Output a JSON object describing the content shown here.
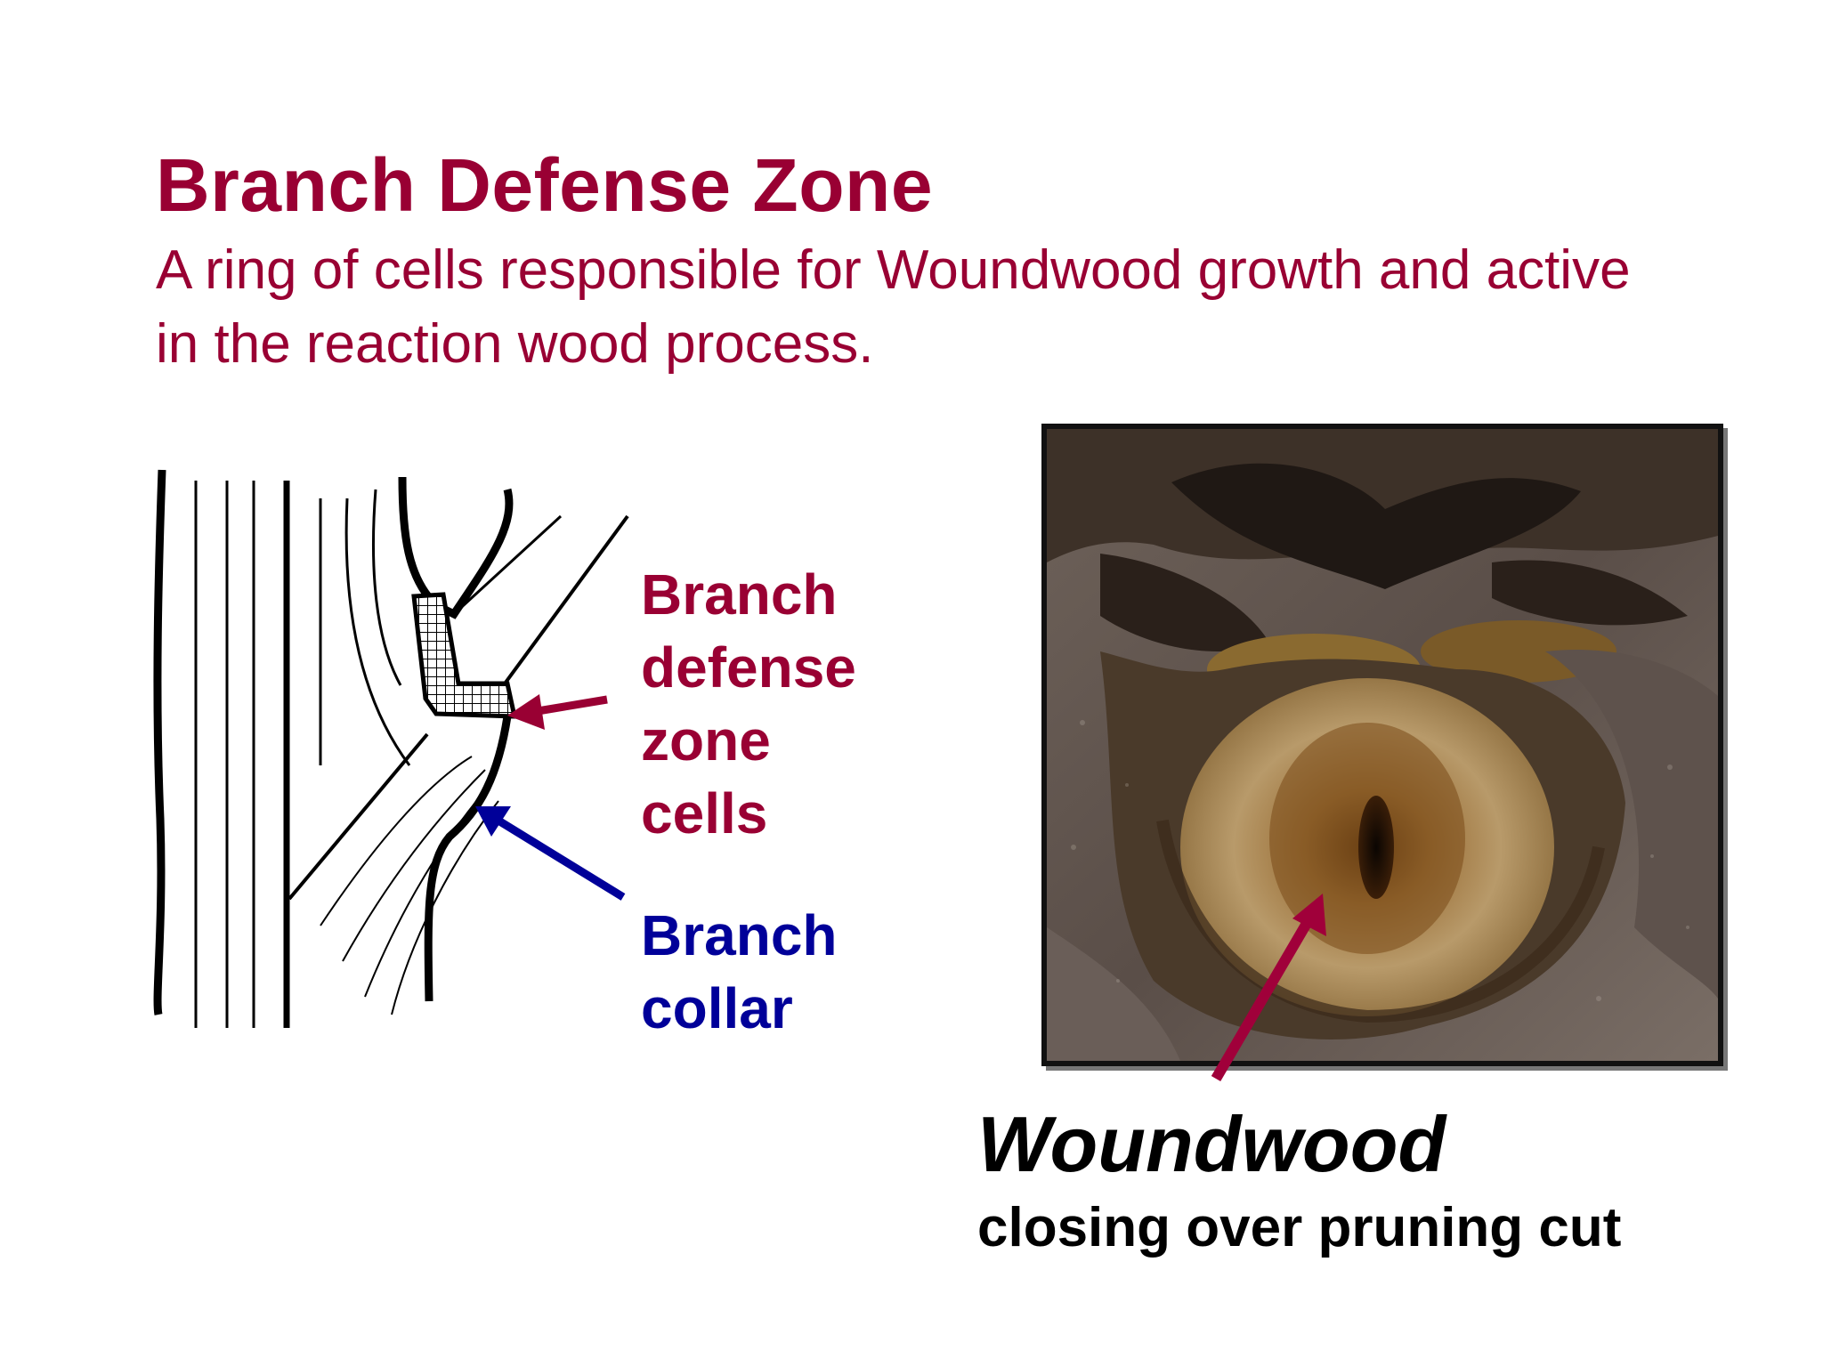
{
  "slide": {
    "title": "Branch Defense Zone",
    "subtitle": "A ring of cells responsible for Woundwood growth and active in the reaction wood process."
  },
  "diagram": {
    "labels": {
      "defense_zone": "Branch\ndefense\nzone\ncells",
      "collar": "Branch\ncollar"
    },
    "colors": {
      "defense_arrow": "#990033",
      "collar_arrow": "#000099",
      "ink": "#000000"
    }
  },
  "photo": {
    "title": "Woundwood",
    "caption": "closing over pruning cut",
    "arrow_color": "#a0003a"
  }
}
